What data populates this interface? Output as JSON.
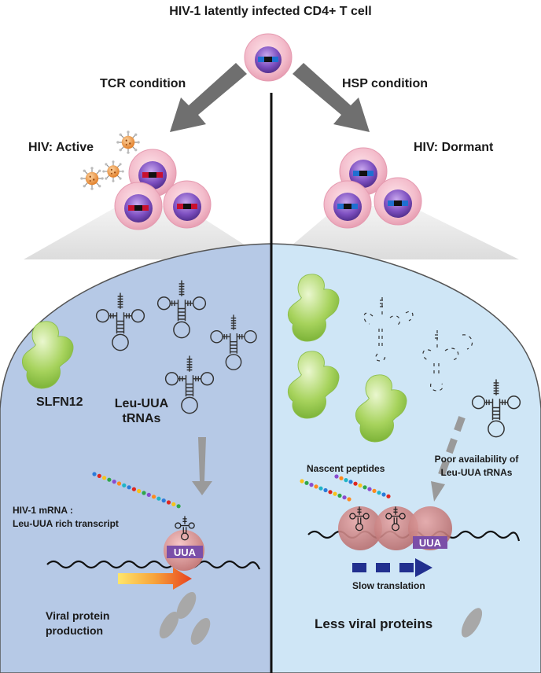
{
  "title": "HIV-1 latently infected CD4+ T cell",
  "left": {
    "condition": "TCR condition",
    "state": "HIV: Active",
    "protein_name": "SLFN12",
    "trna_label_1": "Leu-UUA",
    "trna_label_2": "tRNAs",
    "mrna_label_1": "HIV-1 mRNA :",
    "mrna_label_2": "Leu-UUA rich transcript",
    "codon": "UUA",
    "result_1": "Viral protein",
    "result_2": "production"
  },
  "right": {
    "condition": "HSP condition",
    "state": "HIV: Dormant",
    "peptides_label": "Nascent peptides",
    "poor_label_1": "Poor availability of",
    "poor_label_2": "Leu-UUA tRNAs",
    "codon": "UUA",
    "slow_label": "Slow translation",
    "result": "Less viral proteins"
  },
  "colors": {
    "left_panel": "#b8cce8",
    "right_panel": "#cfe6f7",
    "cell_pink": "#f4c6cf",
    "nucleus_purple": "#7a4fb0",
    "active_marker": "#c8102e",
    "dormant_marker": "#1f6fd1",
    "ribosome": "#c97b7b",
    "codon_box": "#7b4fa8",
    "arrow_gray": "#777777",
    "slow_arrow": "#22308f",
    "protein_green": "#9ccf52"
  },
  "icons": [
    "cell-icon",
    "virus-icon",
    "trna-icon",
    "ribosome-icon",
    "protein-icon",
    "arrow-icon"
  ]
}
